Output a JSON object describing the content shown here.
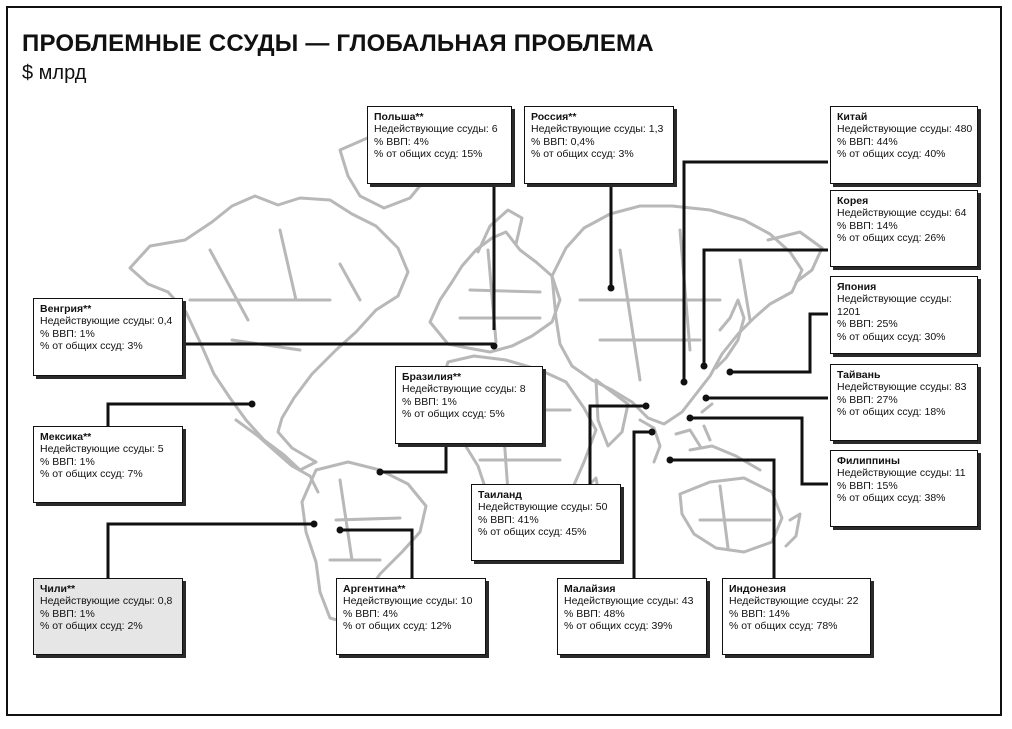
{
  "title": "ПРОБЛЕМНЫЕ ССУДЫ — ГЛОБАЛЬНАЯ ПРОБЛЕМА",
  "subtitle": "$ млрд",
  "colors": {
    "map": "#b8b8b8",
    "lines": "#111111",
    "highlight_box": "#e6e6e6"
  },
  "countries": [
    {
      "id": "poland",
      "name": "Польша**",
      "l1": "Недействующие ссуды: 6",
      "l2": "% ВВП: 4%",
      "l3": "% от общих ссуд: 15%"
    },
    {
      "id": "russia",
      "name": "Россия**",
      "l1": "Недействующие ссуды: 1,3",
      "l2": "% ВВП: 0,4%",
      "l3": "% от общих ссуд: 3%"
    },
    {
      "id": "china",
      "name": "Китай",
      "l1": "Недействующие ссуды: 480",
      "l2": "% ВВП: 44%",
      "l3": "% от общих ссуд: 40%"
    },
    {
      "id": "korea",
      "name": "Корея",
      "l1": "Недействующие ссуды: 64",
      "l2": "% ВВП: 14%",
      "l3": "% от общих ссуд: 26%"
    },
    {
      "id": "japan",
      "name": "Япония",
      "l1": "Недействующие ссуды: 1201",
      "l2": "% ВВП: 25%",
      "l3": "% от общих ссуд: 30%"
    },
    {
      "id": "taiwan",
      "name": "Тайвань",
      "l1": "Недействующие ссуды: 83",
      "l2": "% ВВП: 27%",
      "l3": "% от общих ссуд: 18%"
    },
    {
      "id": "philippines",
      "name": "Филиппины",
      "l1": "Недействующие ссуды: 11",
      "l2": "% ВВП: 15%",
      "l3": "% от общих ссуд: 38%"
    },
    {
      "id": "hungary",
      "name": "Венгрия**",
      "l1": "Недействующие ссуды: 0,4",
      "l2": "% ВВП: 1%",
      "l3": "% от общих ссуд: 3%"
    },
    {
      "id": "brazil",
      "name": "Бразилия**",
      "l1": "Недействующие ссуды: 8",
      "l2": "% ВВП: 1%",
      "l3": "% от общих ссуд: 5%"
    },
    {
      "id": "mexico",
      "name": "Мексика**",
      "l1": "Недействующие ссуды: 5",
      "l2": "% ВВП: 1%",
      "l3": "% от общих ссуд: 7%"
    },
    {
      "id": "thailand",
      "name": "Таиланд",
      "l1": "Недействующие ссуды: 50",
      "l2": "% ВВП: 41%",
      "l3": "% от общих ссуд: 45%"
    },
    {
      "id": "chile",
      "name": "Чили**",
      "l1": "Недействующие ссуды: 0,8",
      "l2": "% ВВП: 1%",
      "l3": "% от общих ссуд: 2%"
    },
    {
      "id": "argentina",
      "name": "Аргентина**",
      "l1": "Недействующие ссуды: 10",
      "l2": "% ВВП: 4%",
      "l3": "% от общих ссуд: 12%"
    },
    {
      "id": "malaysia",
      "name": "Малайзия",
      "l1": "Недействующие ссуды: 43",
      "l2": "% ВВП: 48%",
      "l3": "% от общих ссуд: 39%"
    },
    {
      "id": "indonesia",
      "name": "Индонезия",
      "l1": "Недействующие ссуды: 22",
      "l2": "% ВВП: 14%",
      "l3": "% от общих ссуд: 78%"
    }
  ]
}
